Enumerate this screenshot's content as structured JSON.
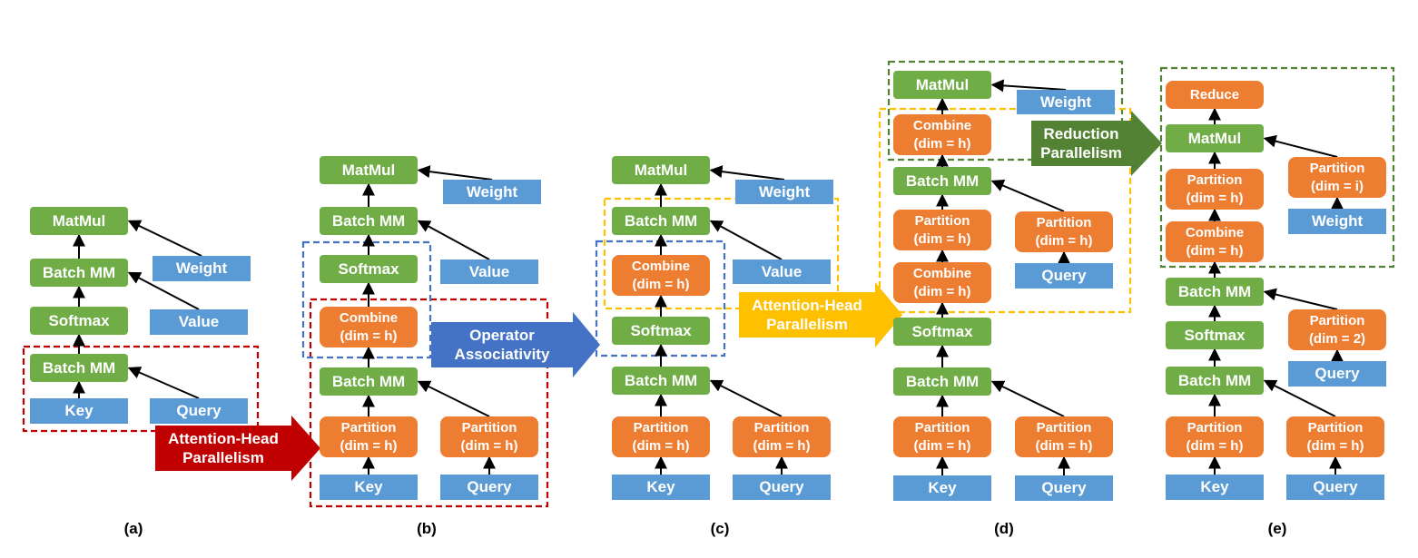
{
  "colors": {
    "compute": "#70ad47",
    "partition": "#ed7d31",
    "input": "#5b9bd5",
    "attention_head": "#c00000",
    "operator_assoc": "#4472c4",
    "attention_head_2": "#ffc000",
    "reduction": "#548235"
  },
  "panels": [
    {
      "label": "(a)",
      "nodes": [
        {
          "id": "a-matmul",
          "text": "MatMul"
        },
        {
          "id": "a-bmm2",
          "text": "Batch MM"
        },
        {
          "id": "a-softmax",
          "text": "Softmax"
        },
        {
          "id": "a-bmm1",
          "text": "Batch MM"
        },
        {
          "id": "a-key",
          "text": "Key"
        },
        {
          "id": "a-query",
          "text": "Query"
        },
        {
          "id": "a-weight",
          "text": "Weight"
        },
        {
          "id": "a-value",
          "text": "Value"
        }
      ]
    },
    {
      "label": "(b)",
      "nodes": [
        {
          "id": "b-matmul",
          "text": "MatMul"
        },
        {
          "id": "b-weight",
          "text": "Weight"
        },
        {
          "id": "b-bmm2",
          "text": "Batch MM"
        },
        {
          "id": "b-value",
          "text": "Value"
        },
        {
          "id": "b-softmax",
          "text": "Softmax"
        },
        {
          "id": "b-combine",
          "text": "Combine\n(dim = h)"
        },
        {
          "id": "b-bmm1",
          "text": "Batch MM"
        },
        {
          "id": "b-part1",
          "text": "Partition\n(dim = h)"
        },
        {
          "id": "b-part2",
          "text": "Partition\n(dim = h)"
        },
        {
          "id": "b-key",
          "text": "Key"
        },
        {
          "id": "b-query",
          "text": "Query"
        }
      ]
    },
    {
      "label": "(c)",
      "nodes": [
        {
          "id": "c-matmul",
          "text": "MatMul"
        },
        {
          "id": "c-weight",
          "text": "Weight"
        },
        {
          "id": "c-bmm2",
          "text": "Batch MM"
        },
        {
          "id": "c-combine",
          "text": "Combine\n(dim = h)"
        },
        {
          "id": "c-value",
          "text": "Value"
        },
        {
          "id": "c-softmax",
          "text": "Softmax"
        },
        {
          "id": "c-bmm1",
          "text": "Batch MM"
        },
        {
          "id": "c-part1",
          "text": "Partition\n(dim = h)"
        },
        {
          "id": "c-part2",
          "text": "Partition\n(dim = h)"
        },
        {
          "id": "c-key",
          "text": "Key"
        },
        {
          "id": "c-query",
          "text": "Query"
        }
      ]
    },
    {
      "label": "(d)",
      "nodes": [
        {
          "id": "d-matmul",
          "text": "MatMul"
        },
        {
          "id": "d-weight",
          "text": "Weight"
        },
        {
          "id": "d-combine2",
          "text": "Combine\n(dim = h)"
        },
        {
          "id": "d-bmm2",
          "text": "Batch MM"
        },
        {
          "id": "d-part3",
          "text": "Partition\n(dim = h)"
        },
        {
          "id": "d-part4",
          "text": "Partition\n(dim = h)"
        },
        {
          "id": "d-query2",
          "text": "Query"
        },
        {
          "id": "d-combine1",
          "text": "Combine\n(dim = h)"
        },
        {
          "id": "d-softmax",
          "text": "Softmax"
        },
        {
          "id": "d-bmm1",
          "text": "Batch MM"
        },
        {
          "id": "d-part1",
          "text": "Partition\n(dim = h)"
        },
        {
          "id": "d-part2",
          "text": "Partition\n(dim = h)"
        },
        {
          "id": "d-key",
          "text": "Key"
        },
        {
          "id": "d-query",
          "text": "Query"
        }
      ]
    },
    {
      "label": "(e)",
      "nodes": [
        {
          "id": "e-reduce",
          "text": "Reduce"
        },
        {
          "id": "e-matmul",
          "text": "MatMul"
        },
        {
          "id": "e-part-i",
          "text": "Partition\n(dim = i)"
        },
        {
          "id": "e-weight",
          "text": "Weight"
        },
        {
          "id": "e-part3",
          "text": "Partition\n(dim = h)"
        },
        {
          "id": "e-combine",
          "text": "Combine\n(dim = h)"
        },
        {
          "id": "e-bmm2",
          "text": "Batch MM"
        },
        {
          "id": "e-part-2",
          "text": "Partition\n(dim = 2)"
        },
        {
          "id": "e-softmax",
          "text": "Softmax"
        },
        {
          "id": "e-query2",
          "text": "Query"
        },
        {
          "id": "e-bmm1",
          "text": "Batch MM"
        },
        {
          "id": "e-part1",
          "text": "Partition\n(dim = h)"
        },
        {
          "id": "e-part2",
          "text": "Partition\n(dim = h)"
        },
        {
          "id": "e-key",
          "text": "Key"
        },
        {
          "id": "e-query",
          "text": "Query"
        }
      ]
    }
  ],
  "transforms": [
    {
      "id": "t1",
      "text": "Attention-Head\nParallelism"
    },
    {
      "id": "t2",
      "text": "Operator\nAssociativity"
    },
    {
      "id": "t3",
      "text": "Attention-Head\nParallelism"
    },
    {
      "id": "t4",
      "text": "Reduction\nParallelism"
    }
  ]
}
